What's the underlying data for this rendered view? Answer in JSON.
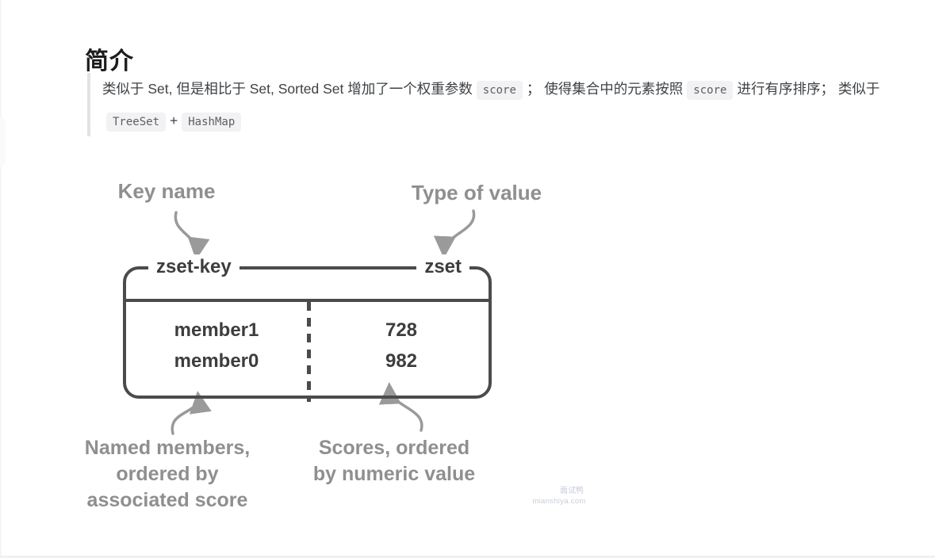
{
  "page": {
    "heading": "简介",
    "watermark": {
      "line1": "面试鸭",
      "line2": "mianshiya.com"
    }
  },
  "quote": {
    "segments": [
      {
        "type": "text",
        "t": "类似于 Set, 但是相比于 Set, Sorted Set 增加了一个权重参数"
      },
      {
        "type": "code",
        "t": "score"
      },
      {
        "type": "text",
        "t": "；  使得集合中的元素按照"
      },
      {
        "type": "code",
        "t": "score"
      },
      {
        "type": "text",
        "t": "进行有序排序；  类似于"
      },
      {
        "type": "code",
        "t": "TreeSet"
      },
      {
        "type": "text",
        "t": "+"
      },
      {
        "type": "code",
        "t": "HashMap"
      }
    ]
  },
  "diagram": {
    "key_label": "Key name",
    "type_label": "Type of value",
    "key_name": "zset-key",
    "value_type": "zset",
    "rows": [
      {
        "member": "member1",
        "score": "728"
      },
      {
        "member": "member0",
        "score": "982"
      }
    ],
    "members_note": [
      "Named members,",
      "ordered by",
      "associated score"
    ],
    "scores_note": [
      "Scores, ordered",
      "by numeric value"
    ],
    "colors": {
      "box_border": "#4b4b4b",
      "dark_text": "#3d3d3d",
      "gray_label": "#8f8f8f",
      "arrow": "#9a9a9a"
    }
  }
}
